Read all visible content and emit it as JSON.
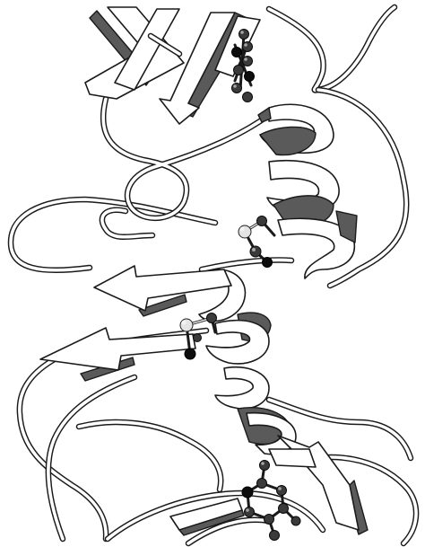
{
  "figure": {
    "kind": "protein ribbon diagram",
    "colors": {
      "background": "#ffffff",
      "outline": "#1a1a1a",
      "ribbon_face": "#ffffff",
      "ribbon_back": "#5a5a5a",
      "atom_dark": "#3a3a3a",
      "atom_black": "#0d0d0d",
      "atom_light": "#e4e4e4"
    },
    "elements": {
      "helices": 2,
      "strand_arrows": 5,
      "ball_and_stick_groups": 4
    }
  }
}
